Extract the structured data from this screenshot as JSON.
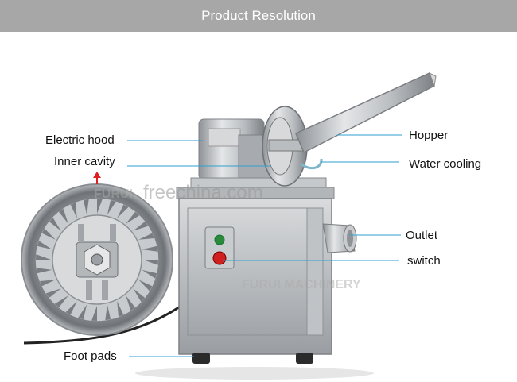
{
  "header": {
    "title": "Product Resolution"
  },
  "labels": {
    "electric_hood": "Electric hood",
    "inner_cavity": "Inner cavity",
    "foot_pads": "Foot pads",
    "hopper": "Hopper",
    "water_cooling": "Water cooling",
    "outlet": "Outlet",
    "switch": "switch"
  },
  "watermarks": {
    "site": "freechina.com",
    "brand_top": "FURUI",
    "brand_bottom": "FURUI MACHINERY"
  },
  "colors": {
    "banner": "#a7a7a7",
    "leader_line": "#2f9fd0",
    "arrow": "#e02020",
    "switch_red": "#d02020",
    "switch_green": "#2a8a3a"
  }
}
